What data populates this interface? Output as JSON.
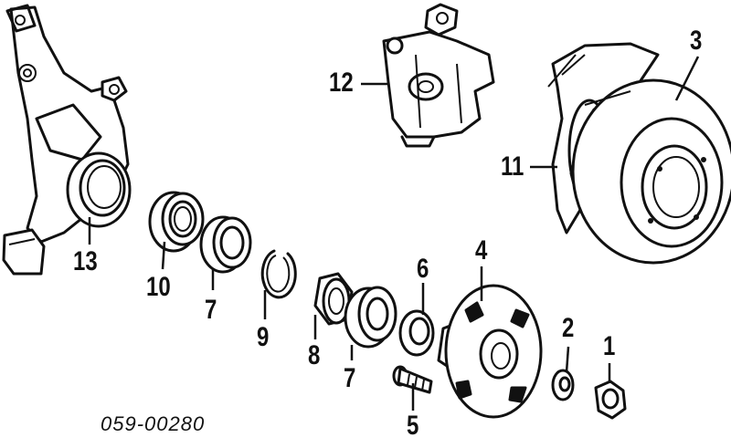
{
  "diagram": {
    "reference_code": "059-00280",
    "callouts": [
      {
        "id": "1",
        "label": "1",
        "part": "hub-nut"
      },
      {
        "id": "2",
        "label": "2",
        "part": "washer"
      },
      {
        "id": "3",
        "label": "3",
        "part": "brake-disc"
      },
      {
        "id": "4",
        "label": "4",
        "part": "wheel-hub"
      },
      {
        "id": "5",
        "label": "5",
        "part": "wheel-stud"
      },
      {
        "id": "6",
        "label": "6",
        "part": "outer-seal"
      },
      {
        "id": "7a",
        "label": "7",
        "part": "bearing-race-inner"
      },
      {
        "id": "7b",
        "label": "7",
        "part": "bearing-race-outer"
      },
      {
        "id": "8",
        "label": "8",
        "part": "outer-bearing"
      },
      {
        "id": "9",
        "label": "9",
        "part": "snap-ring"
      },
      {
        "id": "10",
        "label": "10",
        "part": "inner-bearing"
      },
      {
        "id": "11",
        "label": "11",
        "part": "dust-shield"
      },
      {
        "id": "12",
        "label": "12",
        "part": "brake-caliper"
      },
      {
        "id": "13",
        "label": "13",
        "part": "steering-knuckle"
      }
    ]
  }
}
